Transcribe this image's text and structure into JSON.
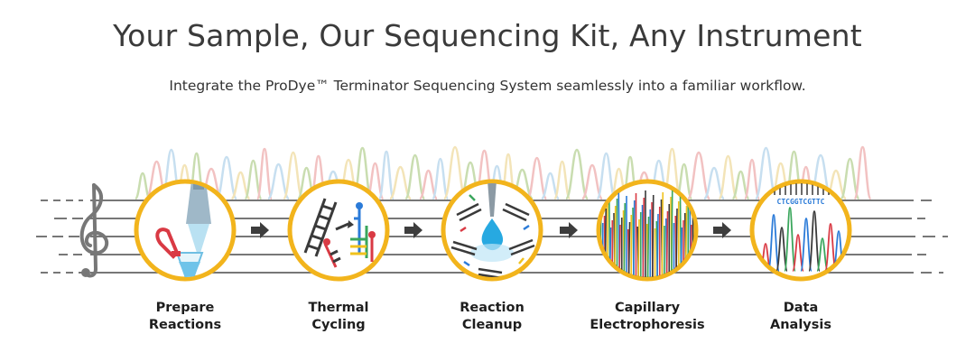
{
  "header": {
    "title": "Your Sample, Our Sequencing Kit, Any Instrument",
    "subtitle": "Integrate the ProDye™ Terminator Sequencing System seamlessly into a familiar workflow."
  },
  "colors": {
    "ring": "#f2b41c",
    "staff": "#777777",
    "arrow": "#3d3d3d",
    "peak_green": "#c9ddb0",
    "peak_red": "#f2c2c2",
    "peak_blue": "#c7dff0",
    "peak_yellow": "#f3e4b8"
  },
  "steps": [
    {
      "line1": "Prepare",
      "line2": "Reactions",
      "icon": "pipette-tube-icon"
    },
    {
      "line1": "Thermal",
      "line2": "Cycling",
      "icon": "dna-strands-icon"
    },
    {
      "line1": "Reaction",
      "line2": "Cleanup",
      "icon": "cleanup-drop-icon"
    },
    {
      "line1": "Capillary",
      "line2": "Electrophoresis",
      "icon": "electropherogram-icon"
    },
    {
      "line1": "Data",
      "line2": "Analysis",
      "icon": "chromatogram-icon"
    }
  ],
  "sequence_text": "CTCGGTCGTTC"
}
